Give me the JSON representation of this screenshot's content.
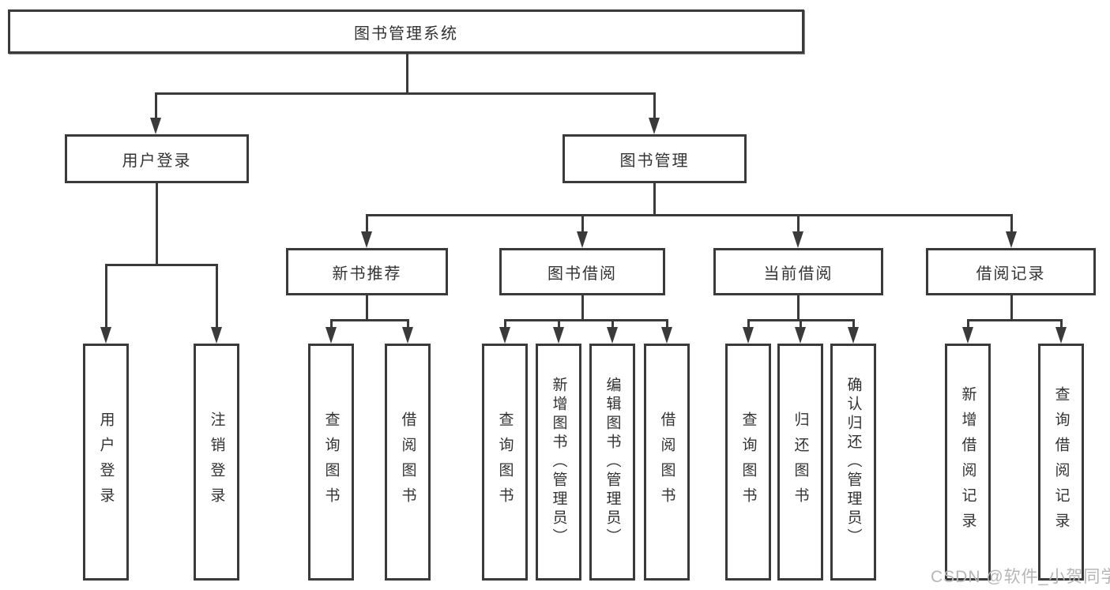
{
  "diagram": {
    "root": {
      "label": "图书管理系统"
    },
    "branches": [
      {
        "label": "用户登录",
        "children": [
          {
            "label": "用户登录"
          },
          {
            "label": "注销登录"
          }
        ]
      },
      {
        "label": "图书管理",
        "children": [
          {
            "label": "新书推荐",
            "children": [
              {
                "label": "查询图书"
              },
              {
                "label": "借阅图书"
              }
            ]
          },
          {
            "label": "图书借阅",
            "children": [
              {
                "label": "查询图书"
              },
              {
                "label": "新增图书（管理员）"
              },
              {
                "label": "编辑图书（管理员）"
              },
              {
                "label": "借阅图书"
              }
            ]
          },
          {
            "label": "当前借阅",
            "children": [
              {
                "label": "查询图书"
              },
              {
                "label": "归还图书"
              },
              {
                "label": "确认归还（管理员）"
              }
            ]
          },
          {
            "label": "借阅记录",
            "children": [
              {
                "label": "新增借阅记录"
              },
              {
                "label": "查询借阅记录"
              }
            ]
          }
        ]
      }
    ]
  },
  "watermark": {
    "text": "CSDN @软件_小贺同学"
  },
  "colors": {
    "line": "#3a3a3a",
    "text": "#333333",
    "watermark": "#b6b6b6",
    "background": "#ffffff"
  }
}
